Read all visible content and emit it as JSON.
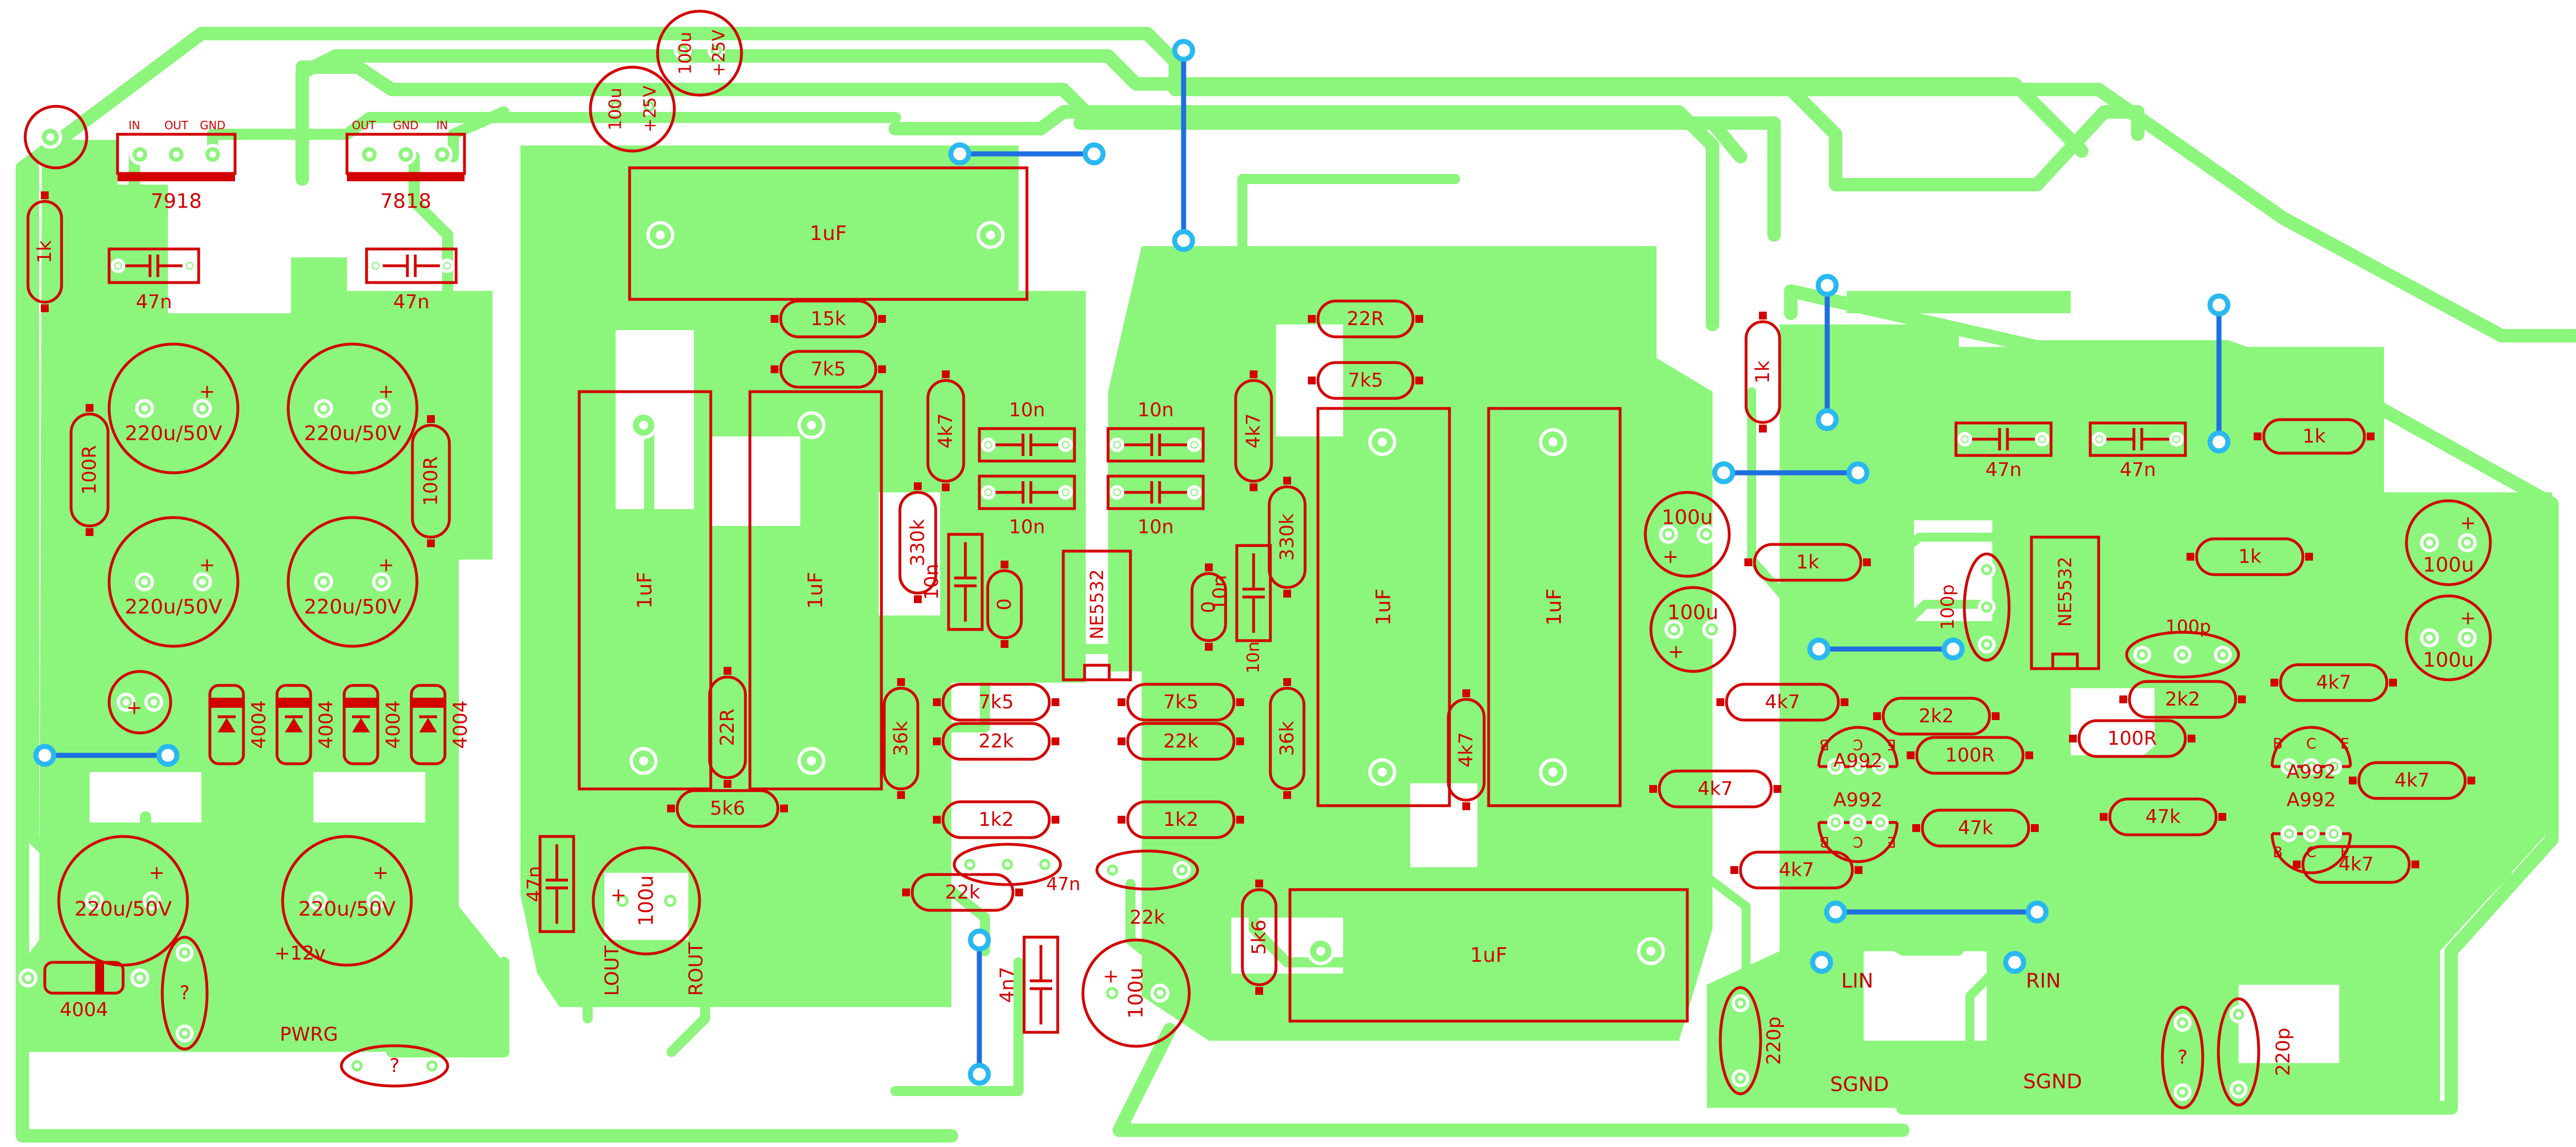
{
  "regulators": [
    {
      "name": "7918",
      "pins": [
        "IN",
        "OUT",
        "GND"
      ]
    },
    {
      "name": "7818",
      "pins": [
        "OUT",
        "GND",
        "IN"
      ]
    }
  ],
  "parts": {
    "c47n": "47n",
    "c220u": "220u/50V",
    "r100R": "100R",
    "r1k": "1k",
    "d4004": "4004",
    "cq": "?",
    "c100u": "100u",
    "c100u_25": "100u\n+25V",
    "plus25v": "+25V",
    "c1uF": "1uF",
    "r15k": "15k",
    "r7k5": "7k5",
    "r22R": "22R",
    "r4k7": "4k7",
    "r330k": "330k",
    "c10n": "10n",
    "r0": "0",
    "ic": "NE5532",
    "r22k": "22k",
    "r36k": "36k",
    "r5k6": "5k6",
    "r1k2": "1k2",
    "c4n7": "4n7",
    "c100p": "100p",
    "r2k2": "2k2",
    "r47k": "47k",
    "q": "A992",
    "qpins": [
      "B",
      "C",
      "E"
    ],
    "c220p": "220p"
  },
  "nets": {
    "v12": "+12v",
    "pwrg": "PWRG",
    "lout": "LOUT",
    "rout": "ROUT",
    "lin": "LIN",
    "rin": "RIN",
    "sgnd": "SGND",
    "plus": "+"
  },
  "colors": {
    "copper": "#8cf57c",
    "silkscreen": "#d20000",
    "jumper": "#1e6fe0",
    "via": "#29b8f0",
    "background": "#ffffff"
  }
}
